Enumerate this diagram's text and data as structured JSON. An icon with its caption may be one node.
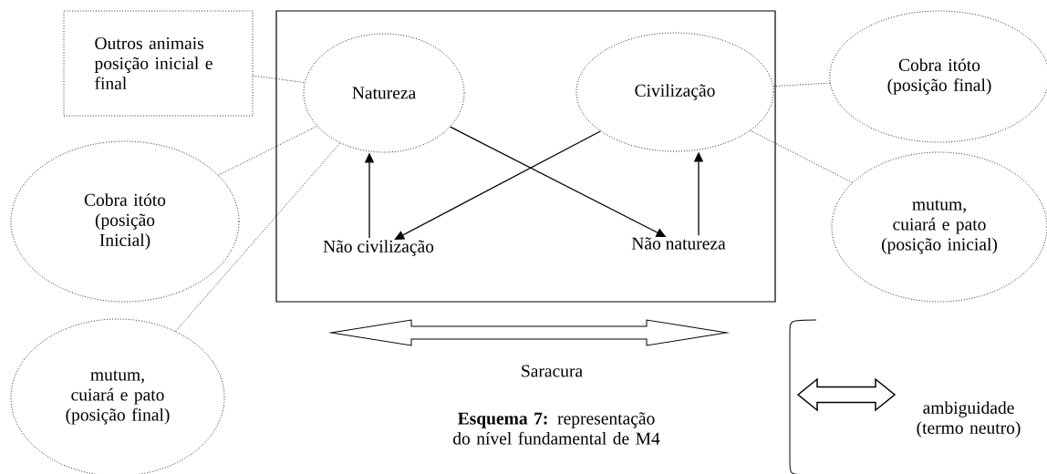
{
  "diagram": {
    "caption": "**Esquema 7:** representação do nível fundamental de M4",
    "nodes": [
      {
        "text": [],
        "shape": "box"
      },
      {
        "text": [
          "Natureza"
        ],
        "in": 0
      },
      {
        "text": [
          "Civilização"
        ],
        "in": 0
      },
      {
        "text": [
          "Não civilização"
        ],
        "in": 0
      },
      {
        "text": [
          "Não natureza"
        ],
        "in": 0
      },
      {
        "text": [
          "Outros animais posição inicial e final"
        ]
      },
      {
        "text": [
          "Cobra itóto (posição Inicial)"
        ]
      },
      {
        "text": [
          "mutum, cuiará e pato (posição final)"
        ]
      },
      {
        "text": [
          "Cobra itóto (posição final)"
        ]
      },
      {
        "text": [
          "mutum, cuiará e pato (posição inicial)"
        ]
      }
    ],
    "edges": [
      {
        "from": 3,
        "to": 1,
        "arrow": "to"
      },
      {
        "from": 1,
        "to": 4,
        "arrow": "to"
      },
      {
        "from": 2,
        "to": 3,
        "arrow": "to"
      },
      {
        "from": 4,
        "to": 2,
        "arrow": "to"
      },
      {
        "from": 5,
        "to": 1,
        "arrow": "none",
        "style": "dashed"
      },
      {
        "from": 6,
        "to": 1,
        "arrow": "none",
        "style": "dashed"
      },
      {
        "from": 7,
        "to": 1,
        "arrow": "none",
        "style": "dashed"
      },
      {
        "from": 8,
        "to": 2,
        "arrow": "none",
        "style": "dashed"
      },
      {
        "from": 9,
        "to": 2,
        "arrow": "none",
        "style": "dashed"
      }
    ],
    "labels": [
      "Saracura"
    ],
    "legend": [
      {
        "text": "ambiguidade (termo neutro)"
      }
    ]
  }
}
